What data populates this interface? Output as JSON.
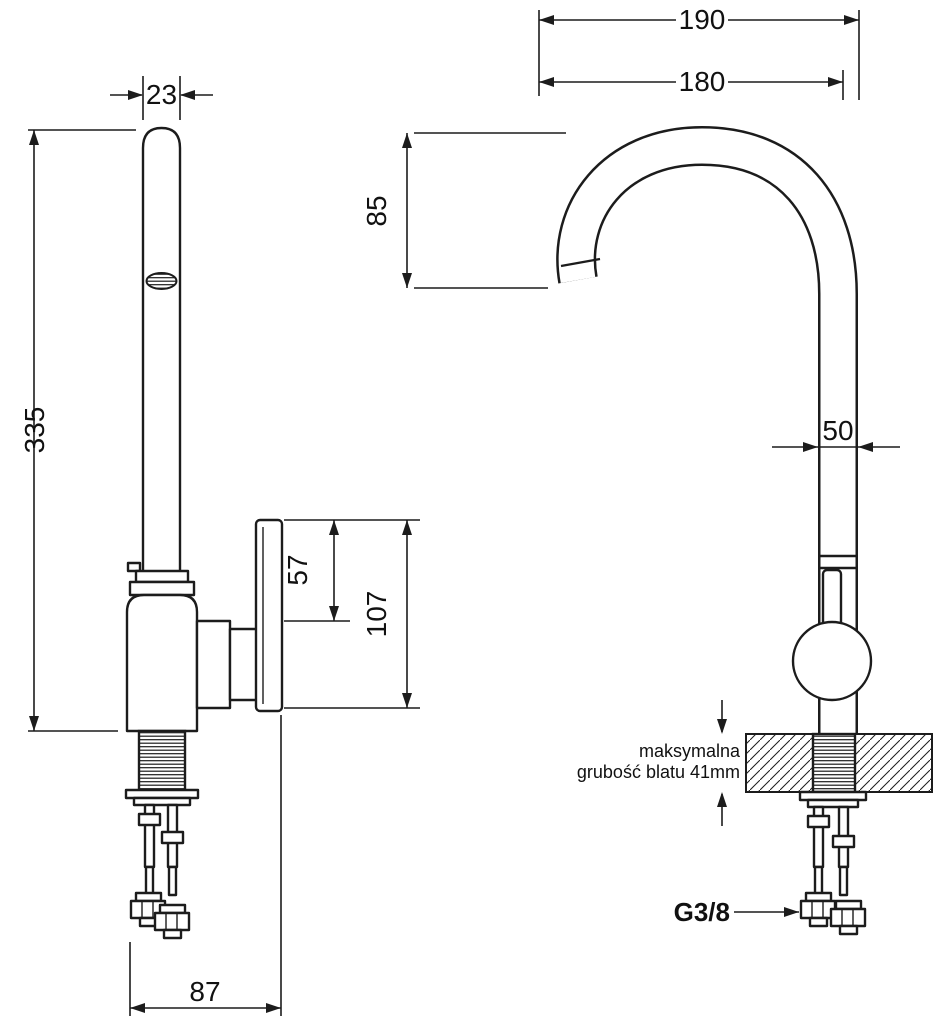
{
  "diagram": {
    "colors": {
      "ink": "#1c1c1c",
      "background": "#ffffff"
    },
    "left_view": {
      "spout_width": "23",
      "total_height": "335",
      "handle_top_height": "57",
      "body_height": "107",
      "base_width": "87"
    },
    "right_view": {
      "reach_outer": "190",
      "reach_inner": "180",
      "spout_drop": "85",
      "body_width": "50",
      "counter_note_1": "maksymalna",
      "counter_note_2": "grubość blatu 41mm",
      "thread_label": "G3/8"
    }
  }
}
